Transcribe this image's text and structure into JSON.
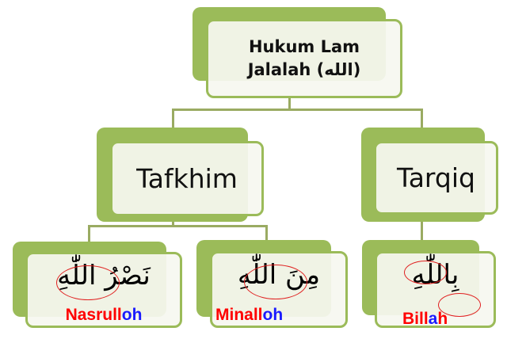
{
  "root": {
    "line1": "Hukum Lam",
    "line2": "Jalalah (الله)"
  },
  "categories": [
    {
      "label": "Tafkhim"
    },
    {
      "label": "Tarqiq"
    }
  ],
  "examples": [
    {
      "arabic": "نَصْرُ اللّٰهِ",
      "translit_red": "Nasrull",
      "translit_blue": "oh",
      "translit_red_end": "",
      "category": "Tafkhim"
    },
    {
      "arabic": "مِنَ اللّٰهِ",
      "translit_red": "Minall",
      "translit_blue": "oh",
      "translit_red_end": "",
      "category": "Tafkhim"
    },
    {
      "arabic": "بِاللّٰهِ",
      "translit_red": "Bill",
      "translit_blue": "a",
      "translit_red_end": "h",
      "category": "Tarqiq"
    }
  ],
  "colors": {
    "accent_green": "#9bbb59",
    "highlight_red": "#ff0000",
    "highlight_blue": "#1a1aff"
  }
}
